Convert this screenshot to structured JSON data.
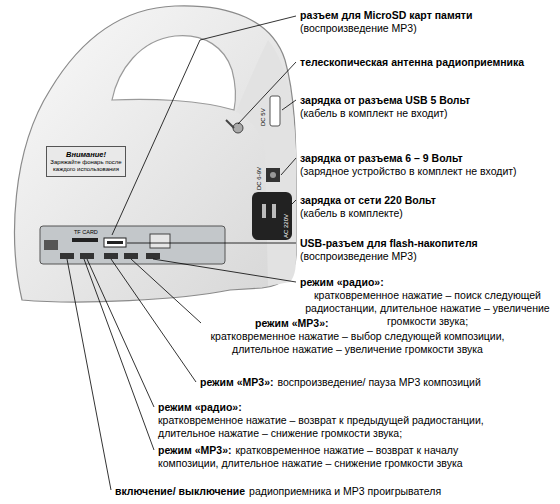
{
  "diagram": {
    "nodes": [
      {
        "text": [
          "Внимание!",
          "Заряжайте фонарь после каждого использования"
        ]
      }
    ],
    "labels": [
      "TF CARD",
      "DC 5V",
      "DC 6-9V",
      "AC 220V",
      "разъем для MicroSD карт памяти",
      "(воспроизведение MP3)",
      "телескопическая антенна радиоприемника",
      "зарядка от разъема USB 5 Вольт",
      "(кабель в комплект не входит)",
      "зарядка от разъема 6 – 9 Вольт",
      "(зарядное устройство в комплект не входит)",
      "зарядка от сети 220 Вольт",
      "(кабель в комплекте)",
      "USB-разъем для flash-накопителя",
      "(воспроизведение MP3)",
      "режим «радио»:",
      "кратковременное нажатие – поиск следующей радиостанции, длительное нажатие – увеличение громкости звука;",
      "режим «MP3»:",
      "кратковременное нажатие – выбор следующей композиции, длительное нажатие – увеличение громкости звука",
      "режим «MP3»:",
      "воспроизведение/ пауза MP3 композиций",
      "режим «радио»:",
      "кратковременное нажатие – возврат к предыдущей радиостанции, длительное нажатие – снижение громкости звука;",
      "режим «MP3»:",
      "кратковременное нажатие – возврат к началу композиции, длительное нажатие – снижение громкости звука",
      "включение/ выключение",
      "радиоприемника и MP3 проигрывателя"
    ]
  }
}
